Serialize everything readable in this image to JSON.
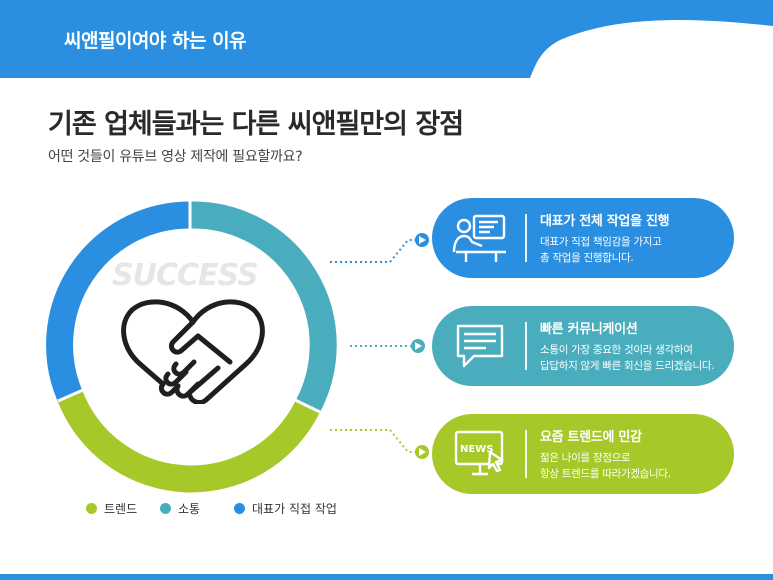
{
  "header": {
    "title": "씨앤필이여야 하는 이유"
  },
  "main": {
    "title": "기존 업체들과는 다른 씨앤필만의 장점",
    "subtitle": "어떤 것들이 유튜브 영상 제작에 필요할까요?",
    "ring_label": "SUCCESS"
  },
  "colors": {
    "blue": "#2a8fe0",
    "teal": "#4aadbd",
    "green": "#a6c829",
    "header": "#2a8fe0"
  },
  "features": [
    {
      "title": "대표가 전체 작업을 진행",
      "desc_line1": "대표가 직접 책임감을 가지고",
      "desc_line2": "총 작업을 진행합니다.",
      "icon": "designer-at-computer-icon"
    },
    {
      "title": "빠른 커뮤니케이션",
      "desc_line1": "소통이 가장 중요한 것이라 생각하여",
      "desc_line2": "답답하지 않게 빠른 회신을 드리겠습니다.",
      "icon": "chat-bubble-icon"
    },
    {
      "title": "요즘 트렌드에 민감",
      "desc_line1": "젊은 나이를 장점으로",
      "desc_line2": "항상 트렌드를 따라가겠습니다.",
      "icon": "news-monitor-icon",
      "icon_text": "NEWS"
    }
  ],
  "legend": [
    {
      "label": "트렌드",
      "color": "#a6c829"
    },
    {
      "label": "소통",
      "color": "#4aadbd"
    },
    {
      "label": "대표가 직접 작업",
      "color": "#2a8fe0"
    }
  ]
}
